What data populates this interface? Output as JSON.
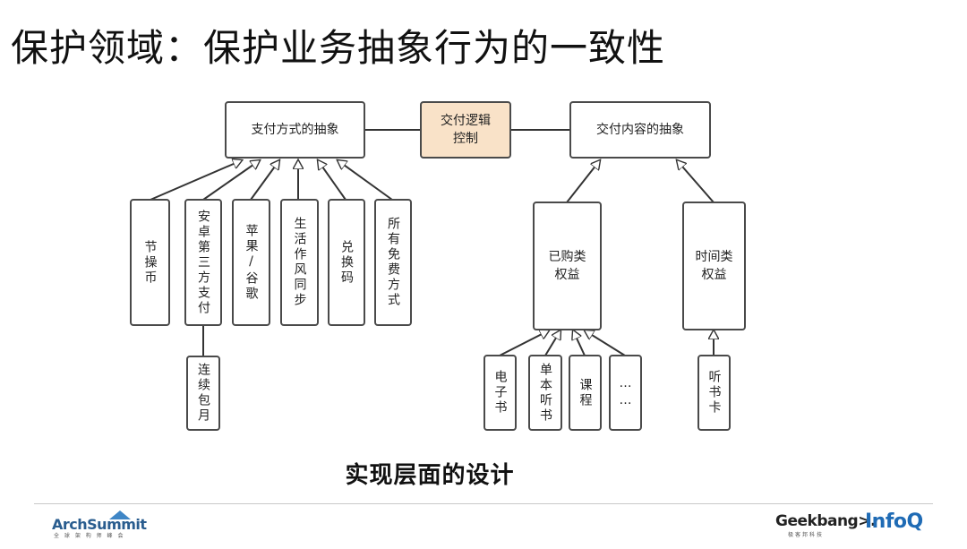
{
  "slide": {
    "title": "保护领域：保护业务抽象行为的一致性",
    "caption": "实现层面的设计"
  },
  "diagram": {
    "payment_abstraction": "支付方式的抽象",
    "delivery_logic": "交付逻辑\n控制",
    "content_abstraction": "交付内容的抽象",
    "payment_methods": [
      "节操币",
      "安卓第三方支付",
      "苹果/谷歌",
      "生活作风同步",
      "兑换码",
      "所有免费方式"
    ],
    "continuous_subscription": "连续包月",
    "purchased_rights": "已购类\n权益",
    "time_rights": "时间类\n权益",
    "purchased_items": [
      "电子书",
      "单本听书",
      "课程",
      "……"
    ],
    "time_items": [
      "听书卡"
    ],
    "colors": {
      "highlight": "#f9e2c8",
      "border": "#4a4a4a"
    }
  },
  "footer": {
    "archsummit_brand": "ArchSummit",
    "archsummit_sub": "全 球 架 构 师 峰 会",
    "geekbang_brand": "Geekbang>.",
    "geekbang_sub": "极客邦科技",
    "infoq_brand": "InfoQ"
  }
}
